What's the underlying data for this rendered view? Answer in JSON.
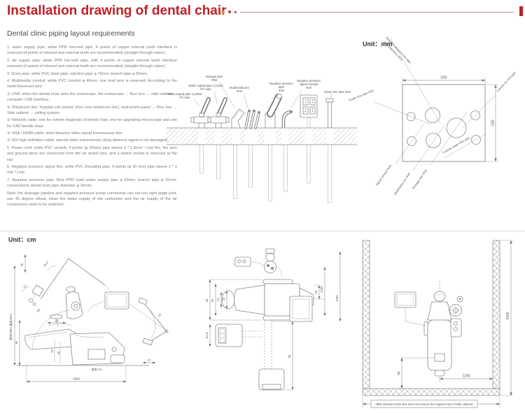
{
  "header": {
    "title": "Installation drawing of dental chair",
    "subtitle": "Dental clinic piping layout requirements",
    "accent_red": "#c11f26",
    "dot_gold": "#cf9b3e",
    "dot_red": "#c23b34",
    "line_gray": "#8a8a8a"
  },
  "requirements": [
    "1. water supply pipe: white PPR hot-melt pipe, 4 points of copper internal tooth interface is reserved (4 points of internal and external teeth are recommended) (straight through valve);",
    "2. Air supply pipe: white PPR hot-melt pipe, with 4 points of copper internal teeth interface reserved (4 points of internal and external teeth are recommended) (straight through valve);",
    "3. Drain pipe: white PVC drain pipe, injection pipe φ 75mm, branch pipe φ 50mm.",
    "4. Multimedia conduit: white PVC conduit φ 40mm, one lead wire is reserved; According to the need Reserved wire:",
    "① USB: when the dental chair uses the endoscope, the endoscope → floor box → side cabinet → computer USB interface.",
    "② Telephone line: hospital call system (four core telephone line), instrument panel → floor box → Side cabinet → calling system.",
    "③ Network cable: one for remote diagnosis of dental chair, one for upgrading microscope and one for CAD beside chair.",
    "④ VGA / HDMI cable: short distance video signal transmission line.",
    "⑤ SDI high definition cable: special video transmission (long distance signal is not damaged)",
    "5. Power cord: white PVC conduit, 4 points (φ 20mm) pipe sleeve 3 * 1.5mm ² Line fire, the zero and ground wires are connected from the air switch box, and a switch socket is reserved at the top;",
    "6. Negative pressure signal line: white PVC threading pipe, 4 points (φ 20 mm) pipe sleeve 2 * 1 mm ² Line;",
    "7. Negative pressure pipe: Blue PPR main water supply pipe φ 50mm, branch pipe φ 32mm, connected to dental chair pipe diameter φ 25mm.",
    "Note: the drainage pipeline and negative pressure pump connection can not use right angle joint, use 45 degree elbow, clean the water supply of the carburetor and the air supply of the air compressor need to be switched."
  ],
  "piping": {
    "water1a": "Water supply pipe 4 points",
    "water1b": "PU tube",
    "water2a": "Water supply pipe 4 points",
    "water2b": "PU tube",
    "sewage_a": "Sewage pipe",
    "sewage_b": "Φ50",
    "multimedia_a": "Multimedia line",
    "multimedia_b": "Φ40",
    "negpipe_a": "Negative pressure",
    "negpipe_b": "pipe",
    "negpipe_c": "Φ25",
    "negsig_a": "Negative pressure",
    "negsig_b": "signal Conduit",
    "negsig_c": "Φ20",
    "power": "Power line tube Φ20"
  },
  "plate": {
    "unit": "Unit：mm",
    "dim_width": "200",
    "dim_height": "150",
    "neg_line_1": "Negative pressure line pipe",
    "neg_line_2": "(inlet diameter) Φ25",
    "air_inlet": "4 points air inlet pipe",
    "power": "Power line tube Φ20",
    "signal": "Signal conduit Φ20",
    "multimedia": "Multimedia line Φ40",
    "sewage": "Sewage pipe Φ50",
    "water_inlet": "4 points water inlet pipe"
  },
  "side_view": {
    "unit": "Unit：cm",
    "height_range": "最低1980~最高2310",
    "dim_30": "30",
    "angle_265": "26.5°",
    "angle_27": "27°",
    "angle_66": "66°",
    "dim_50": "50",
    "dim_84": "84",
    "angle_45": "45°",
    "dim_48": "48",
    "cushion": "座垫125",
    "dim_17": "17",
    "dim_1950": "1950",
    "angle_51": "51°"
  },
  "top_view": {
    "dim_22": "22",
    "dim_21": "21",
    "dim_60_left": "60",
    "dim_63": "63",
    "dim_60_right": "60",
    "dim_1250": "1250",
    "dim_1450": "1450",
    "dim_528": "52.8",
    "dim_94": "94"
  },
  "room": {
    "dim_3000": "3000",
    "dim_1290": "1290",
    "dim_80": "80",
    "note": "2500 minimum (this size does not reserve the required size of side cabinet)"
  }
}
